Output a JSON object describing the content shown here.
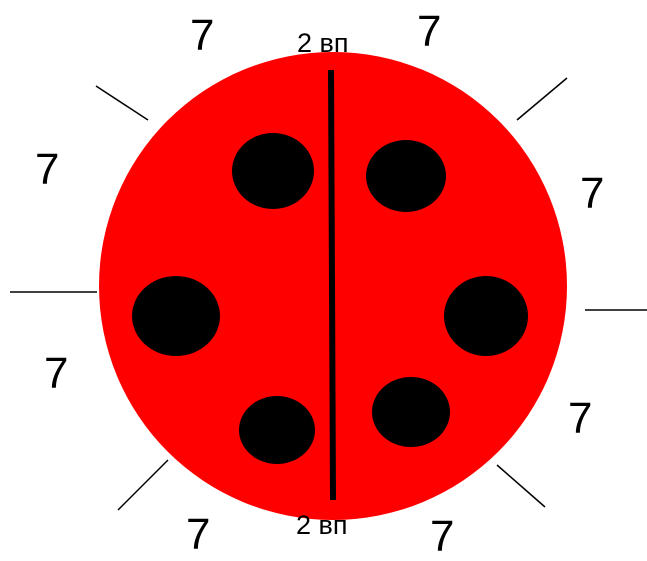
{
  "colors": {
    "body": "#ff0000",
    "spots": "#000000",
    "lines": "#000000",
    "background": "#ffffff"
  },
  "labels": {
    "top": "2 вп",
    "bottom": "2 вп"
  },
  "sections": {
    "top_left": "7",
    "top_right": "7",
    "upper_left": "7",
    "upper_right": "7",
    "lower_left": "7",
    "lower_right": "7",
    "bottom_left": "7",
    "bottom_right": "7"
  }
}
